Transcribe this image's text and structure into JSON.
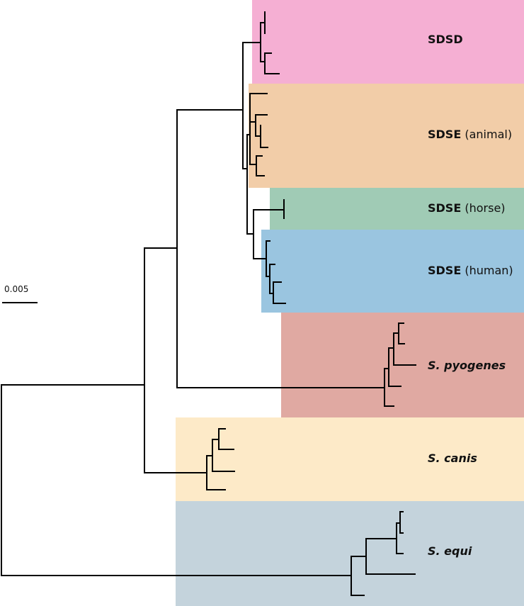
{
  "scale_bar": {
    "label": "0.005"
  },
  "clades": [
    {
      "id": "sdsd",
      "name": "SDSD",
      "qualifier": "",
      "color": "#f5afd3"
    },
    {
      "id": "sdse-animal",
      "name": "SDSE",
      "qualifier": "(animal)",
      "color": "#f2cda8"
    },
    {
      "id": "sdse-horse",
      "name": "SDSE",
      "qualifier": "(horse)",
      "color": "#a0cbb5"
    },
    {
      "id": "sdse-human",
      "name": "SDSE",
      "qualifier": "(human)",
      "color": "#9ac5e0"
    },
    {
      "id": "s-pyogenes",
      "name": "S. pyogenes",
      "qualifier": "",
      "color": "#e0a9a2"
    },
    {
      "id": "s-canis",
      "name": "S. canis",
      "qualifier": "",
      "color": "#fdeac8"
    },
    {
      "id": "s-equi",
      "name": "S. equi",
      "qualifier": "",
      "color": "#c4d3dc"
    }
  ]
}
